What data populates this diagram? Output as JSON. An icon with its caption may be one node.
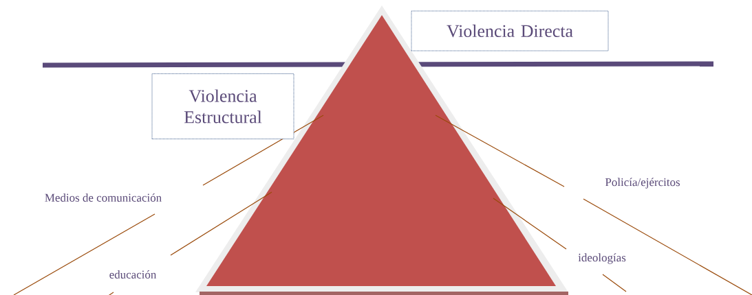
{
  "diagram": {
    "nodes": [
      {
        "text": [],
        "shape": "triangle"
      },
      {
        "text": [
          "Violencia Directa"
        ]
      },
      {
        "text": [
          "Violencia Estructural"
        ]
      },
      {
        "text": [
          "Policía/ejércitos"
        ]
      },
      {
        "text": [
          "Medios de comunicación"
        ]
      },
      {
        "text": [
          "ideologías"
        ]
      },
      {
        "text": [
          "educación"
        ]
      }
    ],
    "edges": [
      {
        "from": 3,
        "to": 0,
        "arrow": "none"
      },
      {
        "from": 4,
        "to": 0,
        "arrow": "none"
      },
      {
        "from": 5,
        "to": 0,
        "arrow": "none"
      },
      {
        "from": 6,
        "to": 0,
        "arrow": "none"
      },
      {
        "from": 3,
        "to": null,
        "arrow": "none"
      },
      {
        "from": 4,
        "to": null,
        "arrow": "none"
      },
      {
        "from": 5,
        "to": null,
        "arrow": "none"
      },
      {
        "from": 6,
        "to": null,
        "arrow": "none"
      }
    ]
  }
}
